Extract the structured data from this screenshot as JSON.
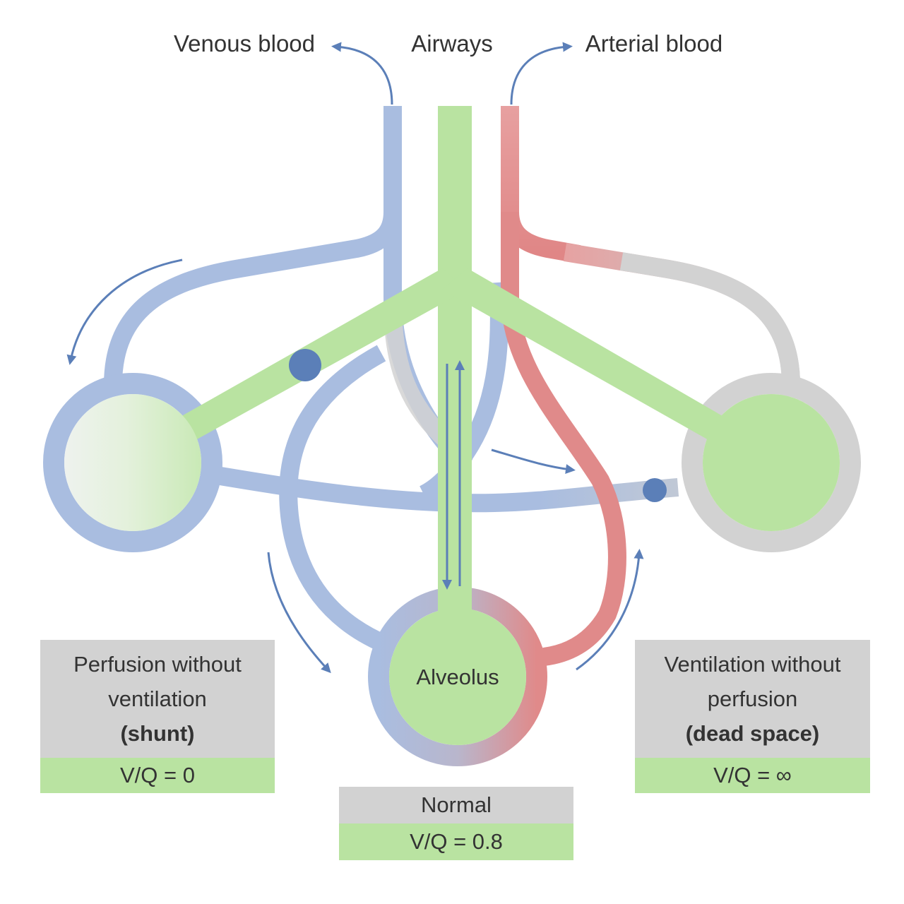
{
  "labels": {
    "venous_blood": "Venous blood",
    "airways": "Airways",
    "arterial_blood": "Arterial blood",
    "alveolus": "Alveolus"
  },
  "boxes": {
    "shunt": {
      "line1": "Perfusion without",
      "line2": "ventilation",
      "line3": "(shunt)",
      "ratio": "V/Q = 0"
    },
    "normal": {
      "line1": "Normal",
      "ratio": "V/Q = 0.8"
    },
    "dead_space": {
      "line1": "Ventilation without",
      "line2": "perfusion",
      "line3": "(dead space)",
      "ratio": "V/Q = ∞"
    }
  },
  "colors": {
    "venous": "#a9bde0",
    "arterial": "#e08a8a",
    "airway": "#b9e3a1",
    "grey_vessel": "#d2d2d2",
    "arrow": "#5b7fb8",
    "obstruction": "#5b7fb8"
  },
  "icons": {
    "obstruction": "blue-dot",
    "flow": "curved-arrow"
  }
}
